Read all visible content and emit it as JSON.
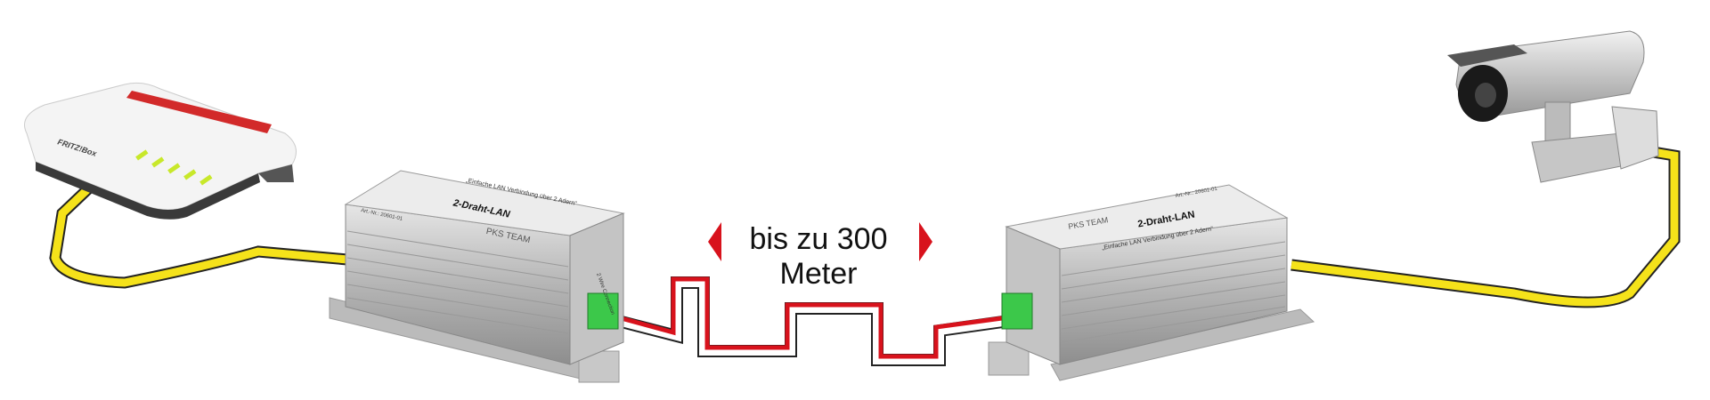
{
  "distance_label": "bis zu 300 Meter",
  "router": {
    "brand": "FRITZ!Box"
  },
  "extender": {
    "product_name": "2-Draht-LAN",
    "tagline": "„Einfache LAN Verbindung über 2 Adern“",
    "brand": "PKS TEAM",
    "article_no": "Art.-Nr.: 20601-01",
    "port_label": "2 Wire Connection"
  },
  "colors": {
    "lan_cable": "#f5e21a",
    "two_wire_red": "#d8121c",
    "arrow": "#d8121c",
    "terminal": "#3cc84a"
  }
}
